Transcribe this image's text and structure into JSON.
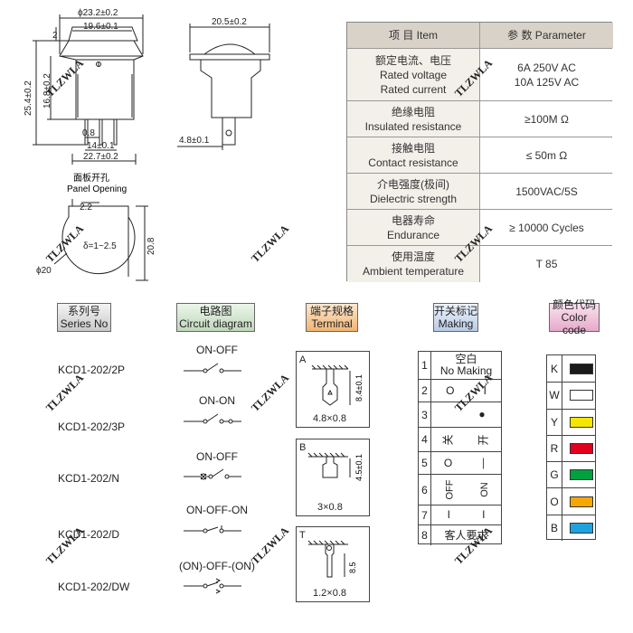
{
  "drawing": {
    "dim_top_outer": "ϕ23.2±0.2",
    "dim_top_inner": "19.6±0.1",
    "dim_top_2": "2",
    "dim_side_height": "25.4±0.2",
    "dim_side_inner": "16.8±0.2",
    "dim_pin_08": "0.8",
    "dim_pin_14": "14±0.1",
    "dim_pin_227": "22.7±0.2",
    "dim_side_view_width": "20.5±0.2",
    "dim_side_view_48": "4.8±0.1",
    "panel_opening_cn": "面板开孔",
    "panel_opening_en": "Panel Opening",
    "panel_dim_22": "2.2",
    "panel_dim_thickness": "δ=1~2.5",
    "panel_dim_208": "20.8",
    "panel_dim_phi20": "ϕ20"
  },
  "spec_table": {
    "header_item": "项  目   Item",
    "header_param": "参  数   Parameter",
    "rows": [
      {
        "item_cn": "额定电流、电压",
        "item_en1": "Rated voltage",
        "item_en2": "Rated current",
        "param1": "6A    250V AC",
        "param2": "10A   125V AC"
      },
      {
        "item_cn": "绝缘电阻",
        "item_en1": "Insulated resistance",
        "param1": "≥100M Ω"
      },
      {
        "item_cn": "接触电阻",
        "item_en1": "Contact resistance",
        "param1": "≤ 50m Ω"
      },
      {
        "item_cn": "介电强度(极间)",
        "item_en1": "Dielectric strength",
        "param1": "1500VAC/5S"
      },
      {
        "item_cn": "电器寿命",
        "item_en1": "Endurance",
        "param1": "≥ 10000 Cycles"
      },
      {
        "item_cn": "使用温度",
        "item_en1": "Ambient temperature",
        "param1": "T 85"
      }
    ]
  },
  "headers": {
    "series_cn": "系列号",
    "series_en": "Series No",
    "circuit_cn": "电路图",
    "circuit_en": "Circuit diagram",
    "terminal_cn": "端子规格",
    "terminal_en": "Terminal",
    "making_cn": "开关标记",
    "making_en": "Making",
    "color_cn": "颜色代码",
    "color_en": "Color code"
  },
  "series": [
    {
      "name": "KCD1-202/2P",
      "circuit": "ON-OFF"
    },
    {
      "name": "KCD1-202/3P",
      "circuit": "ON-ON"
    },
    {
      "name": "KCD1-202/N",
      "circuit": "ON-OFF"
    },
    {
      "name": "KCD1-202/D",
      "circuit": "ON-OFF-ON"
    },
    {
      "name": "KCD1-202/DW",
      "circuit": "(ON)-OFF-(ON)"
    }
  ],
  "terminals": [
    {
      "letter": "A",
      "size": "4.8×0.8",
      "dim": "8.4±0.1"
    },
    {
      "letter": "B",
      "size": "3×0.8",
      "dim": "4.5±0.1"
    },
    {
      "letter": "T",
      "size": "1.2×0.8",
      "dim": "8.5"
    }
  ],
  "making": [
    {
      "num": "1",
      "line1": "空白",
      "line2": "No Making"
    },
    {
      "num": "2",
      "left": "O",
      "right": "I"
    },
    {
      "num": "3",
      "left": "",
      "right": "●"
    },
    {
      "num": "4",
      "left": "关",
      "right": "开"
    },
    {
      "num": "5",
      "left": "O",
      "right": "—"
    },
    {
      "num": "6",
      "left": "OFF",
      "right": "ON"
    },
    {
      "num": "7",
      "left": "I",
      "right": "I"
    },
    {
      "num": "8",
      "line1": "客人要求"
    }
  ],
  "colors": [
    {
      "letter": "K",
      "hex": "#1a1a1a"
    },
    {
      "letter": "W",
      "hex": "#ffffff"
    },
    {
      "letter": "Y",
      "hex": "#f5e600"
    },
    {
      "letter": "R",
      "hex": "#e3001b"
    },
    {
      "letter": "G",
      "hex": "#00a040"
    },
    {
      "letter": "O",
      "hex": "#f7a800"
    },
    {
      "letter": "B",
      "hex": "#1fa3e0"
    }
  ],
  "watermark": "TLZWLA"
}
